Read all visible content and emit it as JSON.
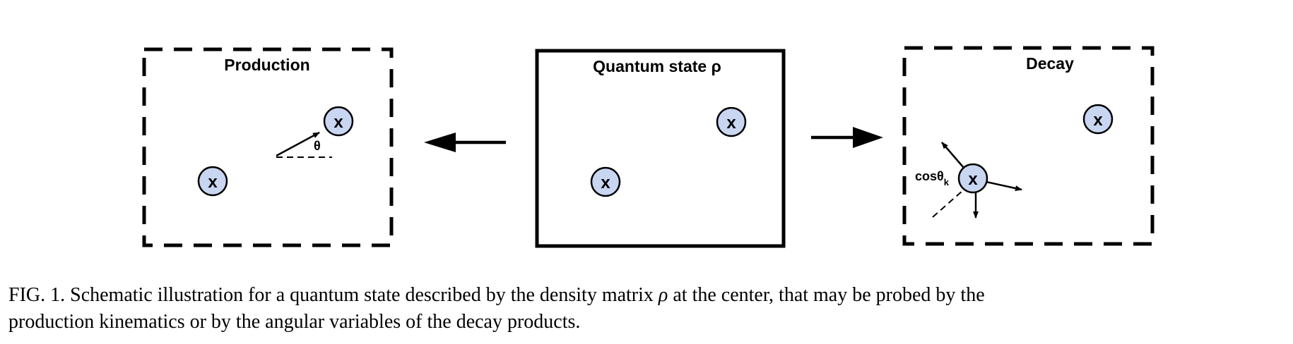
{
  "panels": {
    "production": {
      "title": "Production",
      "node_label": "x",
      "angle_label": "θ"
    },
    "center": {
      "title": "Quantum state ρ",
      "node_label": "x"
    },
    "decay": {
      "title": "Decay",
      "node_label": "x",
      "angle_label": "cosθ",
      "angle_subscript": "k"
    }
  },
  "caption": {
    "fig_label": "FIG. 1.",
    "line1_pre": " Schematic illustration for a quantum state described by the density matrix ",
    "rho": "ρ",
    "line1_post": " at the center, that may be probed by the",
    "line2": "production kinematics or by the angular variables of the decay products."
  }
}
